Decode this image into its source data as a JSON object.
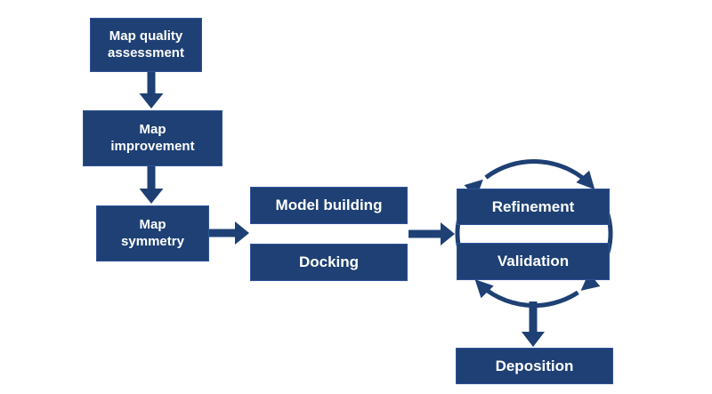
{
  "colors": {
    "box_fill": "#1e4074",
    "box_border": "#30549b",
    "arrow": "#1e4074",
    "text": "#ffffff",
    "background": "#ffffff"
  },
  "nodes": {
    "map_quality_assessment": {
      "label": "Map quality\nassessment"
    },
    "map_improvement": {
      "label": "Map\nimprovement"
    },
    "map_symmetry": {
      "label": "Map\nsymmetry"
    },
    "model_building": {
      "label": "Model building"
    },
    "docking": {
      "label": "Docking"
    },
    "refinement": {
      "label": "Refinement"
    },
    "validation": {
      "label": "Validation"
    },
    "deposition": {
      "label": "Deposition"
    }
  },
  "edges": [
    {
      "from": "map_quality_assessment",
      "to": "map_improvement"
    },
    {
      "from": "map_improvement",
      "to": "map_symmetry"
    },
    {
      "from": "map_symmetry",
      "to": "model_building / docking"
    },
    {
      "from": "model_building / docking",
      "to": "refinement / validation"
    },
    {
      "from": "refinement / validation",
      "to": "deposition"
    },
    {
      "type": "cycle",
      "between": [
        "refinement",
        "validation"
      ],
      "direction": "clockwise"
    }
  ]
}
